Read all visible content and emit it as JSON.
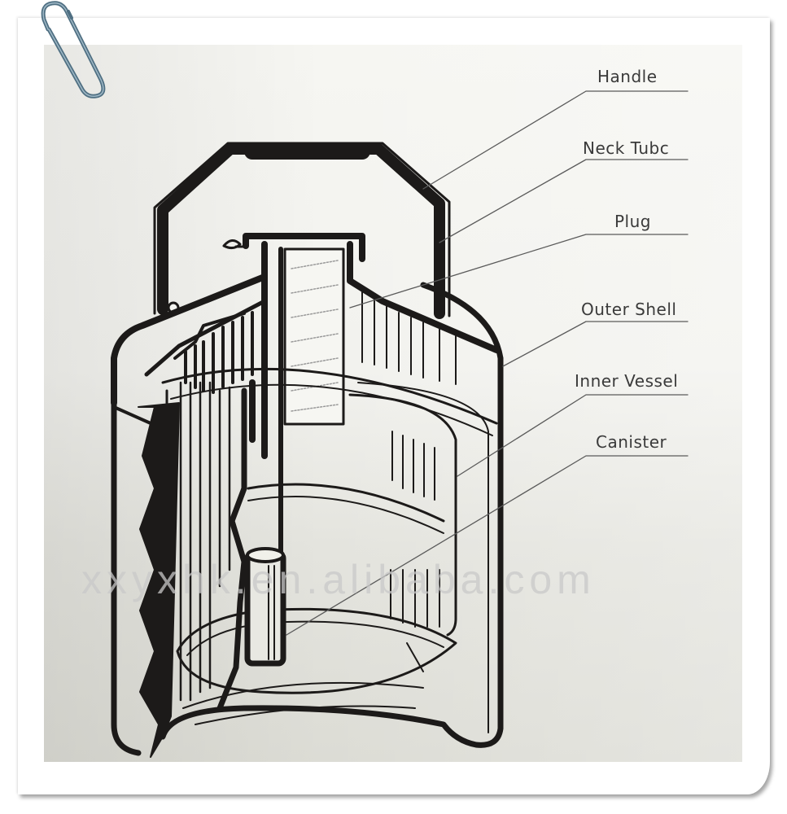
{
  "diagram": {
    "subject": "Liquid nitrogen container cutaway diagram",
    "labels": [
      {
        "id": "handle",
        "text": "Handle"
      },
      {
        "id": "neck_tube",
        "text": "Neck Tubc"
      },
      {
        "id": "plug",
        "text": "Plug"
      },
      {
        "id": "outer_shell",
        "text": "Outer Shell"
      },
      {
        "id": "inner_vessel",
        "text": "Inner Vessel"
      },
      {
        "id": "canister",
        "text": "Canister"
      }
    ],
    "watermark": "xxyxhk.en.alibaba.com",
    "colors": {
      "line": "#1c1a19",
      "leader": "#5a5a5a",
      "label_text": "#3a3a3a",
      "paper_top": "#f6f6f2",
      "paper_bottom": "#dcdcd5",
      "paperclip": "#4f6f82"
    },
    "decorations": [
      "paperclip-icon",
      "card-shadow",
      "curled-corner"
    ]
  }
}
